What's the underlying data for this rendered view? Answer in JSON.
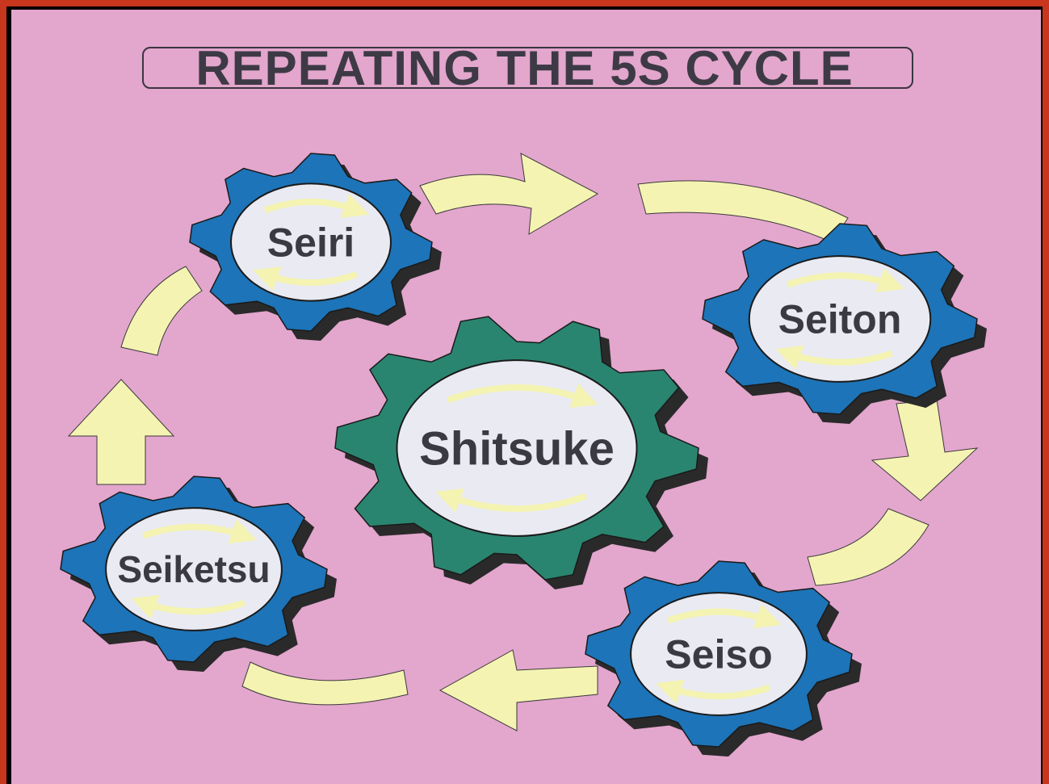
{
  "title": "REPEATING THE 5S CYCLE",
  "colors": {
    "background": "#e3a6cd",
    "outer_gear": "#1d74b8",
    "center_gear": "#2a8570",
    "arrow": "#f4f3b2",
    "label": "#3b3a44"
  },
  "gears": [
    {
      "id": "seiri",
      "label": "Seiri"
    },
    {
      "id": "seiton",
      "label": "Seiton"
    },
    {
      "id": "shitsuke",
      "label": "Shitsuke"
    },
    {
      "id": "seiketsu",
      "label": "Seiketsu"
    },
    {
      "id": "seiso",
      "label": "Seiso"
    }
  ]
}
